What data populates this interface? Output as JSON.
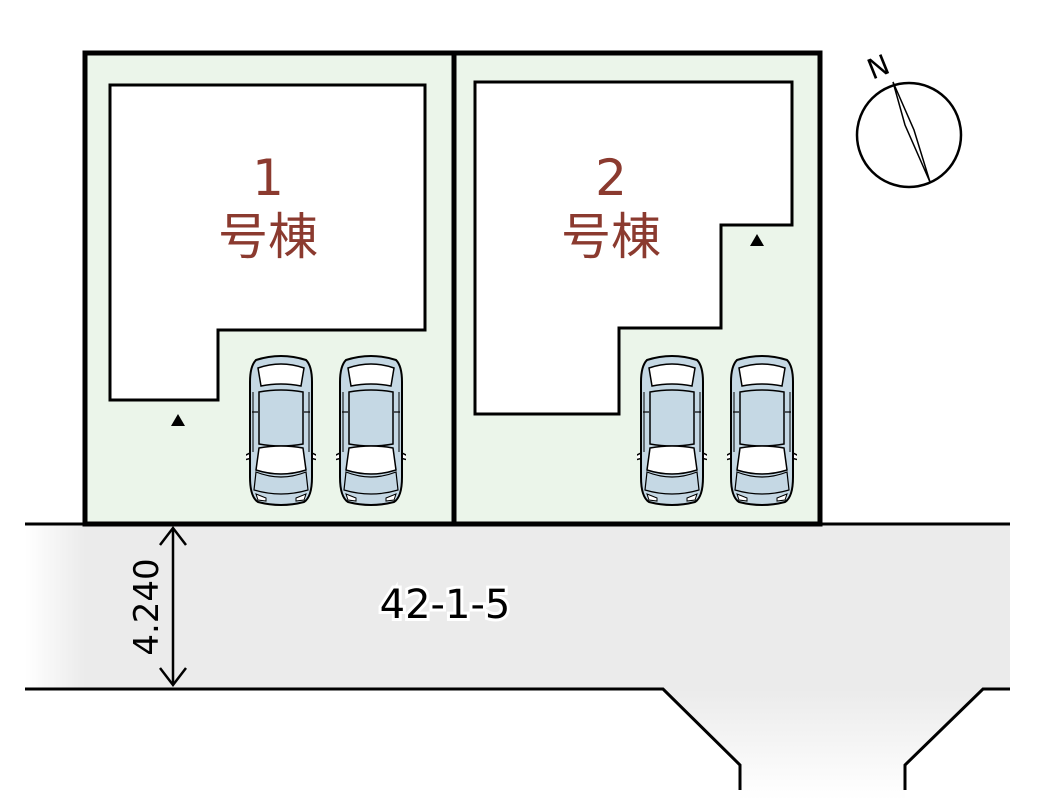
{
  "lots": [
    {
      "building_number": "1",
      "building_suffix": "号棟",
      "parking_spaces": 2
    },
    {
      "building_number": "2",
      "building_suffix": "号棟",
      "parking_spaces": 2
    }
  ],
  "road": {
    "label": "42-1-5",
    "width_label": "4.240"
  },
  "compass": {
    "label": "N"
  },
  "colors": {
    "lot_fill": "#ebf5ea",
    "road_fill": "#ebebeb",
    "building_label": "#8b3a2f",
    "car_glass": "#c5d8e4",
    "outline": "#000000"
  }
}
